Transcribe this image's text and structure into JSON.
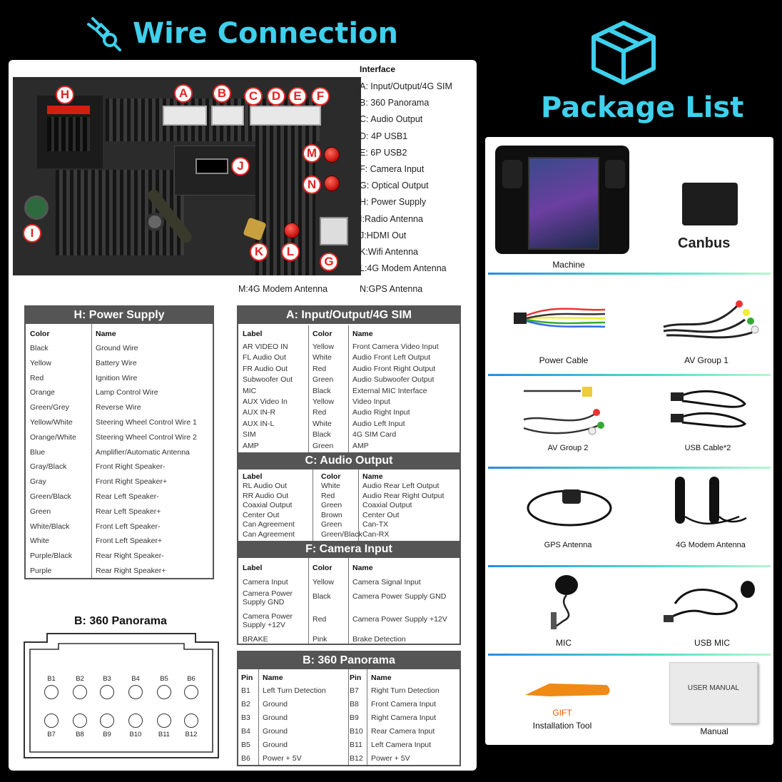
{
  "header": {
    "wire_title": "Wire Connection",
    "package_title": "Package List"
  },
  "device_markers": [
    "H",
    "A",
    "B",
    "C",
    "D",
    "E",
    "F",
    "M",
    "N",
    "J",
    "I",
    "K",
    "L",
    "G"
  ],
  "interface": {
    "title": "Interface",
    "items": [
      "A: Input/Output/4G SIM",
      "B: 360 Panorama",
      "C: Audio Output",
      "D: 4P USB1",
      "E: 6P USB2",
      "F: Camera Input",
      "G: Optical Output",
      "H: Power Supply",
      "I:Radio Antenna",
      "J:HDMI Out",
      "K:Wifi Antenna",
      "L:4G Modem Antenna"
    ],
    "m_item": "M:4G Modem Antenna",
    "n_item": "N:GPS Antenna"
  },
  "power_supply": {
    "title": "H: Power Supply",
    "col_color": "Color",
    "col_name": "Name",
    "rows": [
      [
        "Black",
        "Ground Wire"
      ],
      [
        "Yellow",
        "Battery Wire"
      ],
      [
        "Red",
        "Ignition Wire"
      ],
      [
        "Orange",
        "Lamp Control Wire"
      ],
      [
        "Green/Grey",
        "Reverse Wire"
      ],
      [
        "Yellow/White",
        "Steering Wheel Control Wire 1"
      ],
      [
        "Orange/White",
        "Steering Wheel Control Wire 2"
      ],
      [
        "Blue",
        "Amplifier/Automatic Antenna"
      ],
      [
        "Gray/Black",
        "Front Right Speaker-"
      ],
      [
        "Gray",
        "Front Right Speaker+"
      ],
      [
        "Green/Black",
        "Rear Left Speaker-"
      ],
      [
        "Green",
        "Rear Left Speaker+"
      ],
      [
        "White/Black",
        "Front Left Speaker-"
      ],
      [
        "White",
        "Front Left Speaker+"
      ],
      [
        "Purple/Black",
        "Rear Right Speaker-"
      ],
      [
        "Purple",
        "Rear Right Speaker+"
      ]
    ]
  },
  "input_output": {
    "title": "A: Input/Output/4G SIM",
    "cols": [
      "Label",
      "Color",
      "Name"
    ],
    "rows": [
      [
        "AR VIDEO IN",
        "Yellow",
        "Front Camera Video Input"
      ],
      [
        "FL Audio Out",
        "White",
        "Audio Front Left Output"
      ],
      [
        "FR Audio Out",
        "Red",
        "Audio Front Right Output"
      ],
      [
        "Subwoofer Out",
        "Green",
        "Audio Subwoofer Output"
      ],
      [
        "MIC",
        "Black",
        "External MIC Interface"
      ],
      [
        "AUX Video In",
        "Yellow",
        "Video Input"
      ],
      [
        "AUX IN-R",
        "Red",
        "Audio Right Input"
      ],
      [
        "AUX IN-L",
        "White",
        "Audio Left Input"
      ],
      [
        "SIM",
        "Black",
        "4G SIM Card"
      ],
      [
        "AMP",
        "Green",
        "AMP"
      ]
    ]
  },
  "audio_output": {
    "title": "C: Audio Output",
    "cols": [
      "Label",
      "Color",
      "Name"
    ],
    "rows": [
      [
        "RL Audio Out",
        "White",
        "Audio Rear Left Output"
      ],
      [
        "RR Audio Out",
        "Red",
        "Audio Rear Right Output"
      ],
      [
        "Coaxial Output",
        "Green",
        "Coaxial Output"
      ],
      [
        "Center Out",
        "Brown",
        "Center Out"
      ],
      [
        "Can Agreement",
        "Green",
        "Can-TX"
      ],
      [
        "Can Agreement",
        "Green/Black",
        "Can-RX"
      ]
    ]
  },
  "camera_input": {
    "title": "F: Camera Input",
    "cols": [
      "Label",
      "Color",
      "Name"
    ],
    "rows": [
      [
        "Camera Input",
        "Yellow",
        "Camera Signal Input"
      ],
      [
        "Camera Power Supply GND",
        "Black",
        "Camera Power Supply GND"
      ],
      [
        "Camera Power Supply +12V",
        "Red",
        "Camera Power Supply +12V"
      ],
      [
        "BRAKE",
        "Pink",
        "Brake Detection"
      ]
    ]
  },
  "panorama_table": {
    "title": "B: 360 Panorama",
    "cols": [
      "Pin",
      "Name",
      "Pin",
      "Name"
    ],
    "rows": [
      [
        "B1",
        "Left Turn Detection",
        "B7",
        "Right Turn Detection"
      ],
      [
        "B2",
        "Ground",
        "B8",
        "Front Camera Input"
      ],
      [
        "B3",
        "Ground",
        "B9",
        "Right Camera Input"
      ],
      [
        "B4",
        "Ground",
        "B10",
        "Rear Camera Input"
      ],
      [
        "B5",
        "Ground",
        "B11",
        "Left Camera Input"
      ],
      [
        "B6",
        "Power + 5V",
        "B12",
        "Power + 5V"
      ]
    ]
  },
  "panorama_connector": {
    "title": "B: 360 Panorama",
    "top_pins": [
      "B1",
      "B2",
      "B3",
      "B4",
      "B5",
      "B6"
    ],
    "bottom_pins": [
      "B7",
      "B8",
      "B9",
      "B10",
      "B11",
      "B12"
    ]
  },
  "package": {
    "items": [
      "Machine",
      "Canbus",
      "Power Cable",
      "AV Group 1",
      "AV Group 2",
      "USB Cable*2",
      "GPS Antenna",
      "4G Modem Antenna",
      "MIC",
      "USB MIC",
      "Installation Tool",
      "Manual"
    ],
    "canbus_label": "Canbus",
    "gift_label": "GIFT",
    "manual_cover_text": "USER MANUAL"
  },
  "colors": {
    "title_cyan": "#3fd0ec",
    "marker_red": "#e52424",
    "table_header": "#555555"
  }
}
